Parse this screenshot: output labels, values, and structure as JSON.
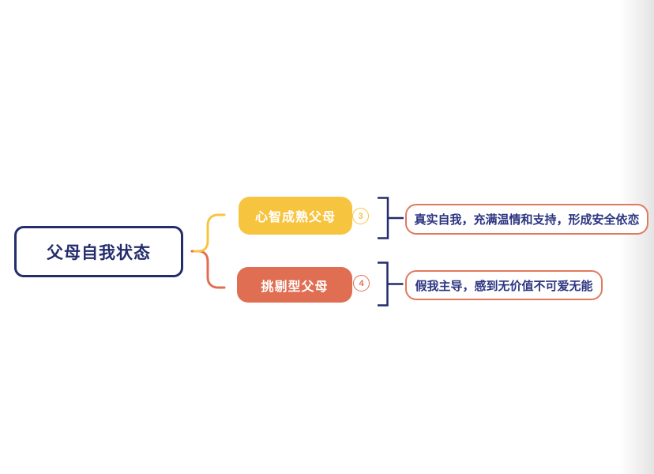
{
  "colors": {
    "navy": "#232C6C",
    "yellow": "#F7C440",
    "coral": "#E06E52",
    "leaf_border": "#DF7A5F",
    "leaf_text": "#2C3580",
    "canvas_bg": "#ffffff",
    "edge_shadow": "#e4e4e4"
  },
  "root": {
    "label": "父母自我状态"
  },
  "branches": [
    {
      "label": "心智成熟父母",
      "badge": "3",
      "color": "#F7C440",
      "summary": "真实自我，充满温情和支持，形成安全依恋"
    },
    {
      "label": "挑剔型父母",
      "badge": "4",
      "color": "#E06E52",
      "summary": "假我主导，感到无价值不可爱无能"
    }
  ]
}
